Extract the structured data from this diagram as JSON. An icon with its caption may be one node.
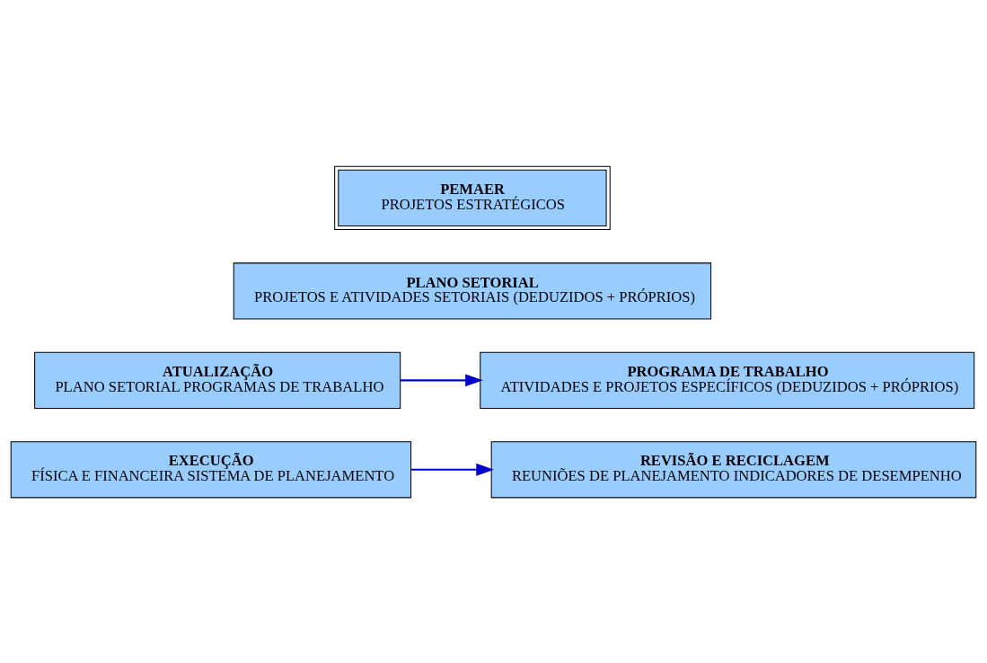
{
  "diagram": {
    "nodes": [
      {
        "text": [
          "PEMAER",
          "PROJETOS ESTRATÉGICOS"
        ]
      },
      {
        "text": [
          "PLANO SETORIAL",
          "PROJETOS E ATIVIDADES SETORIAIS (DEDUZIDOS + PRÓPRIOS)"
        ]
      },
      {
        "text": [
          "ATUALIZAÇÃO",
          "PLANO SETORIAL PROGRAMAS DE TRABALHO"
        ]
      },
      {
        "text": [
          "PROGRAMA DE TRABALHO",
          "ATIVIDADES E PROJETOS ESPECÍFICOS (DEDUZIDOS + PRÓPRIOS)"
        ]
      },
      {
        "text": [
          "REVISÃO E RECICLAGEM",
          "REUNIÕES DE PLANEJAMENTO INDICADORES DE DESEMPENHO"
        ]
      },
      {
        "text": [
          "EXECUÇÃO",
          "FÍSICA E FINANCEIRA SISTEMA DE PLANEJAMENTO"
        ]
      }
    ],
    "edges": [
      {
        "from": 2,
        "to": 3,
        "arrow": "to"
      },
      {
        "from": 5,
        "to": 4,
        "arrow": "to"
      }
    ]
  }
}
